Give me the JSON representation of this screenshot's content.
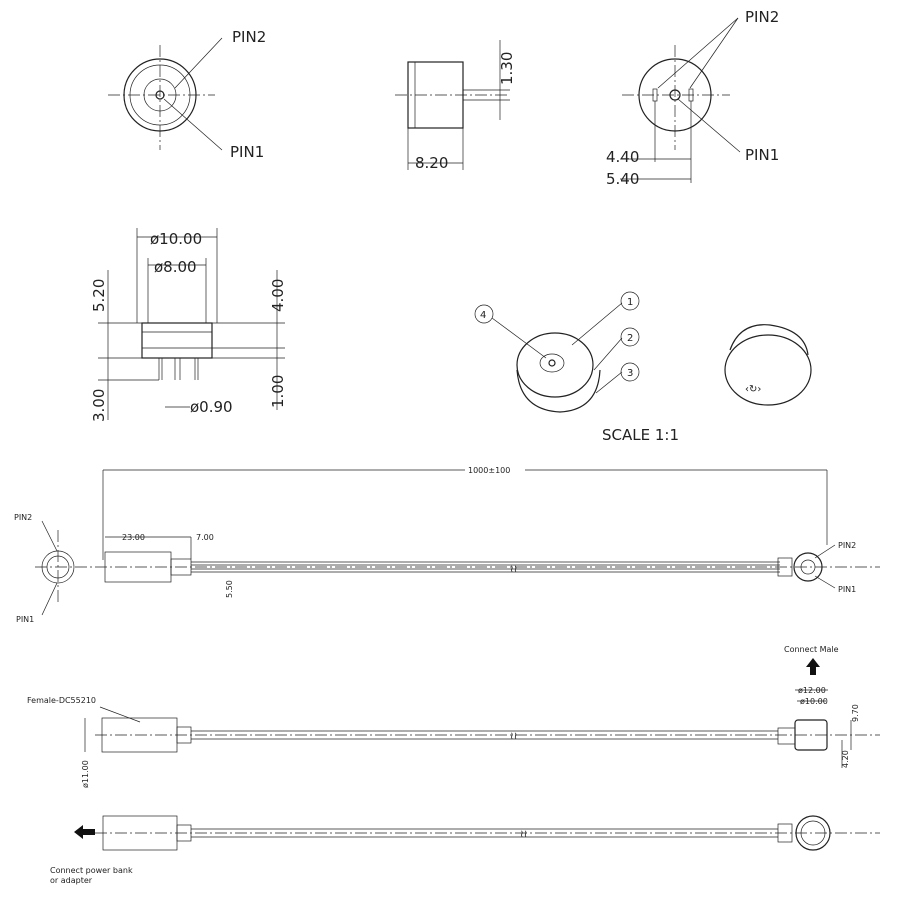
{
  "top_views": {
    "front": {
      "pin2": "PIN2",
      "pin1": "PIN1"
    },
    "side": {
      "dim_pin": "1.30",
      "dim_length": "8.20"
    },
    "back": {
      "pin2": "PIN2",
      "pin1": "PIN1",
      "dim_a": "4.40",
      "dim_b": "5.40"
    }
  },
  "section": {
    "dia_outer": "ø10.00",
    "dia_inner": "ø8.00",
    "h_total": "5.20",
    "h_body": "4.00",
    "pin_len": "3.00",
    "base": "1.00",
    "pin_dia": "ø0.90"
  },
  "iso": {
    "balloons": [
      "1",
      "2",
      "3",
      "4"
    ],
    "scale": "SCALE 1:1"
  },
  "cable1": {
    "length": "1000±100",
    "left_pin2": "PIN2",
    "left_pin1": "PIN1",
    "dim_body": "23.00",
    "dim_neck": "7.00",
    "dim_cable": "5.50",
    "right_pin2": "PIN2",
    "right_pin1": "PIN1"
  },
  "cable2": {
    "connect_male": "Connect Male",
    "dia12": "ø12.00",
    "dia10": "ø10.00",
    "h970": "9.70",
    "h420": "4.20",
    "female": "Female-DC55210",
    "dia11": "ø11.00"
  },
  "cable3": {
    "note_line1": "Connect power bank",
    "note_line2": "or adapter"
  }
}
